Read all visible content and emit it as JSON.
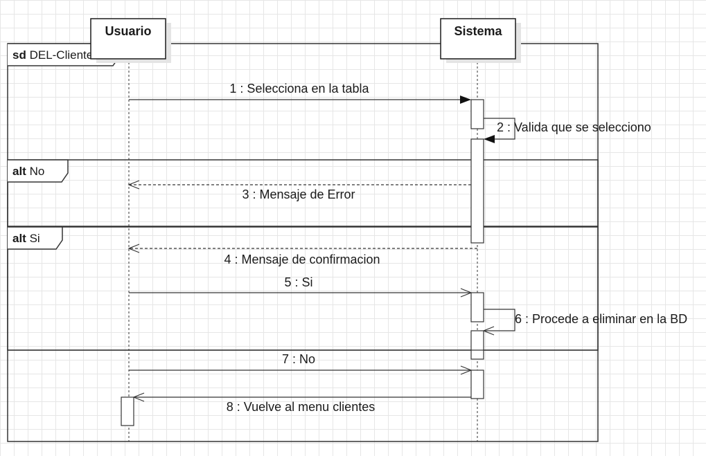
{
  "diagram": {
    "frame": {
      "keyword": "sd",
      "name": "DEL-Clientes"
    },
    "lifelines": [
      {
        "id": "usuario",
        "name": "Usuario"
      },
      {
        "id": "sistema",
        "name": "Sistema"
      }
    ],
    "fragments": [
      {
        "keyword": "alt",
        "guard": "No"
      },
      {
        "keyword": "alt",
        "guard": "Si"
      }
    ],
    "messages": [
      {
        "label": "1 : Selecciona en la tabla",
        "from": "usuario",
        "to": "sistema",
        "kind": "sync"
      },
      {
        "label": "2 : Valida que se selecciono",
        "from": "sistema",
        "to": "sistema",
        "kind": "self"
      },
      {
        "label": "3 : Mensaje de Error",
        "from": "sistema",
        "to": "usuario",
        "kind": "return"
      },
      {
        "label": "4 : Mensaje de confirmacion",
        "from": "sistema",
        "to": "usuario",
        "kind": "return"
      },
      {
        "label": "5 : Si",
        "from": "usuario",
        "to": "sistema",
        "kind": "async"
      },
      {
        "label": "6 : Procede a eliminar en la BD",
        "from": "sistema",
        "to": "sistema",
        "kind": "self"
      },
      {
        "label": "7 : No",
        "from": "usuario",
        "to": "sistema",
        "kind": "async"
      },
      {
        "label": "8 : Vuelve al menu clientes",
        "from": "sistema",
        "to": "usuario",
        "kind": "async"
      }
    ]
  }
}
